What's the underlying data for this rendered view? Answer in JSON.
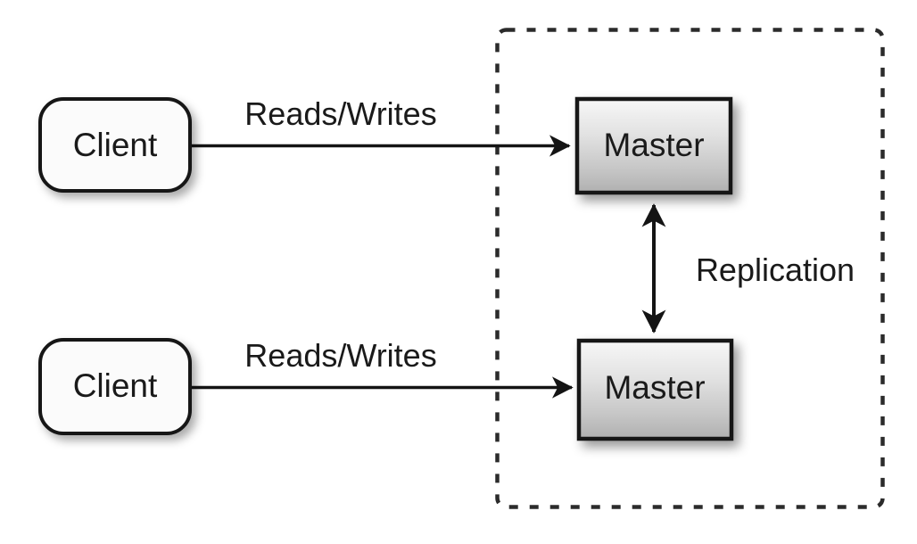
{
  "diagram": {
    "type": "multi-master-replication-architecture",
    "background_color": "#ffffff",
    "boundary": {
      "name": "datastore-boundary",
      "style": "dashed",
      "label": "",
      "stroke_color": "#2b2b2b"
    },
    "nodes": [
      {
        "id": "client-top",
        "label": "Client",
        "shape": "rounded-rectangle",
        "fill": "#fbfbfb",
        "stroke": "#1a1a1a"
      },
      {
        "id": "client-bottom",
        "label": "Client",
        "shape": "rounded-rectangle",
        "fill": "#fbfbfb",
        "stroke": "#1a1a1a"
      },
      {
        "id": "master-top",
        "label": "Master",
        "shape": "rectangle",
        "fill_top": "#f6f6f6",
        "fill_bottom": "#b4b4b4",
        "stroke": "#1a1a1a"
      },
      {
        "id": "master-bottom",
        "label": "Master",
        "shape": "rectangle",
        "fill_top": "#f6f6f6",
        "fill_bottom": "#b4b4b4",
        "stroke": "#1a1a1a"
      }
    ],
    "edges": [
      {
        "id": "edge-client-top-master-top",
        "from": "client-top",
        "to": "master-top",
        "label": "Reads/Writes",
        "direction": "forward",
        "stroke": "#1a1a1a"
      },
      {
        "id": "edge-client-bottom-master-bottom",
        "from": "client-bottom",
        "to": "master-bottom",
        "label": "Reads/Writes",
        "direction": "forward",
        "stroke": "#1a1a1a"
      },
      {
        "id": "edge-master-replication",
        "from": "master-top",
        "to": "master-bottom",
        "label": "Replication",
        "direction": "bidirectional",
        "stroke": "#1a1a1a"
      }
    ]
  }
}
